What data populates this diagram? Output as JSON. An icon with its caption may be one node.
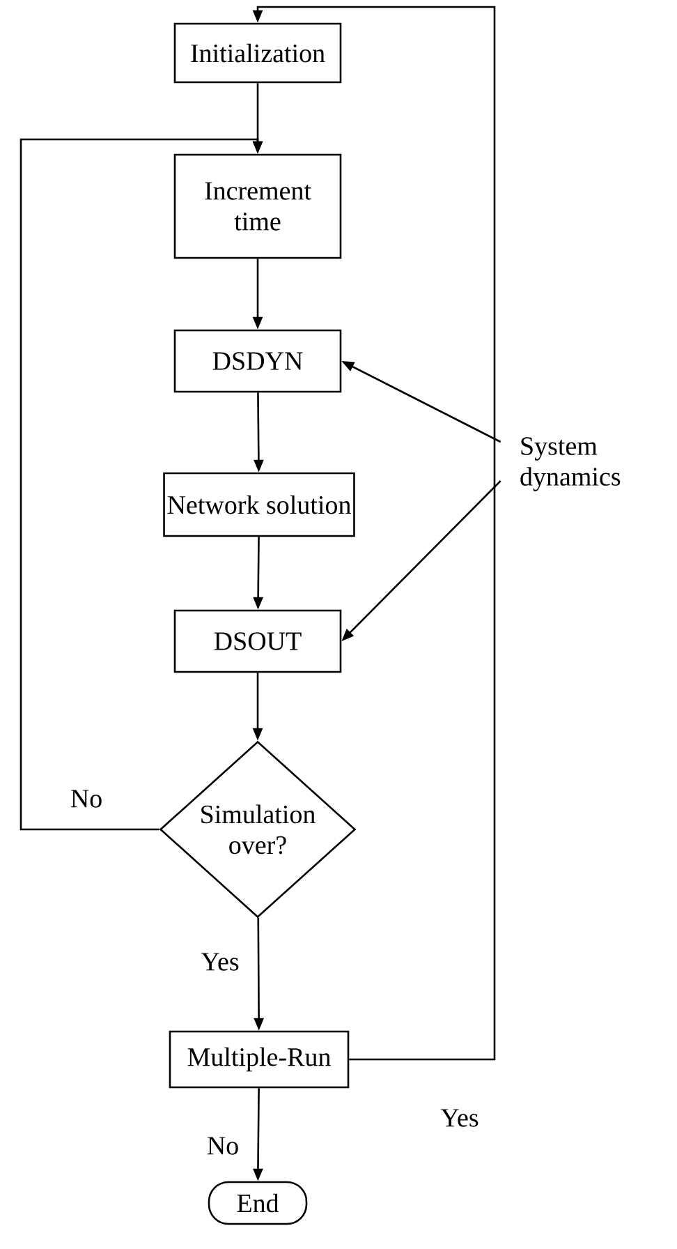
{
  "diagram": {
    "nodes": [
      {
        "text": [
          "Initialization"
        ]
      },
      {
        "text": [
          "Increment time"
        ]
      },
      {
        "text": [
          "DSDYN"
        ]
      },
      {
        "text": [
          "Network solution"
        ]
      },
      {
        "text": [
          "DSOUT"
        ]
      },
      {
        "text": [
          "Simulation over?"
        ]
      },
      {
        "text": [
          "Multiple-Run"
        ]
      },
      {
        "text": [
          "End"
        ]
      },
      {
        "text": [
          "System dynamics"
        ]
      }
    ],
    "edges": [
      {
        "from": 0,
        "to": 1,
        "arrow": "to"
      },
      {
        "from": 1,
        "to": 2,
        "arrow": "to"
      },
      {
        "from": 2,
        "to": 3,
        "arrow": "to"
      },
      {
        "from": 3,
        "to": 4,
        "arrow": "to"
      },
      {
        "from": 4,
        "to": 5,
        "arrow": "to"
      },
      {
        "from": 5,
        "to": 1,
        "arrow": "to",
        "label": "No"
      },
      {
        "from": 5,
        "to": 6,
        "arrow": "to",
        "label": "Yes"
      },
      {
        "from": 6,
        "to": 0,
        "arrow": "to",
        "label": "Yes"
      },
      {
        "from": 6,
        "to": 7,
        "arrow": "to",
        "label": "No"
      },
      {
        "from": 8,
        "to": 2,
        "arrow": "to"
      },
      {
        "from": 8,
        "to": 4,
        "arrow": "to"
      }
    ]
  }
}
